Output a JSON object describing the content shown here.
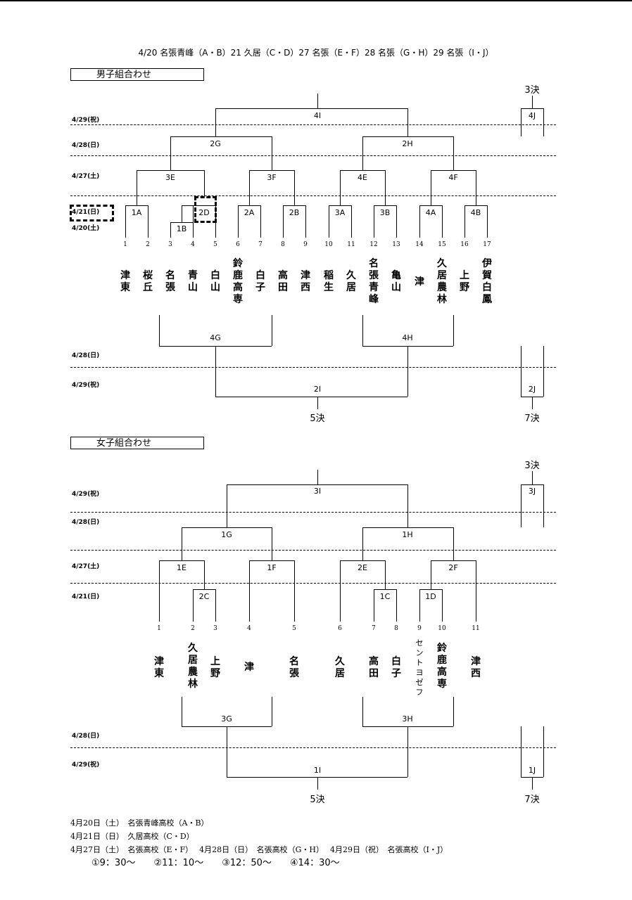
{
  "header": "4/20 名張青峰（A・B）21 久居（C・D）27 名張（E・F）28 名張（G・H）29 名張（I・J）",
  "boys": {
    "title": "男子組合わせ",
    "dates": [
      "4/29(祝)",
      "4/28(日)",
      "4/27(土)",
      "4/21(日)",
      "4/20(土)",
      "4/28(日)",
      "4/29(祝)"
    ],
    "matches": [
      "1A",
      "1B",
      "2D",
      "2A",
      "2B",
      "3A",
      "3B",
      "4A",
      "4B",
      "3E",
      "3F",
      "4E",
      "4F",
      "2G",
      "2H",
      "4I",
      "4J",
      "4G",
      "4H",
      "2I",
      "2J"
    ],
    "labels": [
      "3決",
      "5決",
      "7決"
    ],
    "numbers": [
      "1",
      "2",
      "3",
      "4",
      "5",
      "6",
      "7",
      "8",
      "9",
      "10",
      "11",
      "12",
      "13",
      "14",
      "15",
      "16",
      "17"
    ],
    "teams": [
      "津東",
      "桜丘",
      "名張",
      "青山",
      "白山",
      "鈴鹿高専",
      "白子",
      "高田",
      "津西",
      "稲生",
      "久居",
      "名張青峰",
      "亀山",
      "津",
      "久居農林",
      "上野",
      "伊賀白鳳"
    ]
  },
  "girls": {
    "title": "女子組合わせ",
    "dates": [
      "4/29(祝)",
      "4/28(日)",
      "4/27(土)",
      "4/21(日)",
      "4/28(日)",
      "4/29(祝)"
    ],
    "matches": [
      "2C",
      "1C",
      "1D",
      "1E",
      "1F",
      "2E",
      "2F",
      "1G",
      "1H",
      "3I",
      "3J",
      "3G",
      "3H",
      "1I",
      "1J"
    ],
    "labels": [
      "3決",
      "5決",
      "7決"
    ],
    "numbers": [
      "1",
      "2",
      "3",
      "4",
      "5",
      "6",
      "7",
      "8",
      "9",
      "10",
      "11"
    ],
    "teams": [
      "津東",
      "久居農林",
      "上野",
      "津",
      "名張",
      "久居",
      "高田",
      "白子",
      "セントヨゼフ",
      "鈴鹿高専",
      "津西"
    ]
  },
  "footer": {
    "lines": [
      "4月20日（土）　名張青峰高校（A・B）",
      "4月21日（日）　久居高校（C・D）",
      "4月27日（土）　名張高校（E・F）　 4月28日（日）　名張高校（G・H）　 4月29日（祝）　名張高校（I・J）"
    ],
    "times": "①9：30〜　　②11：10〜　　③12：50〜　　④14：30〜"
  }
}
